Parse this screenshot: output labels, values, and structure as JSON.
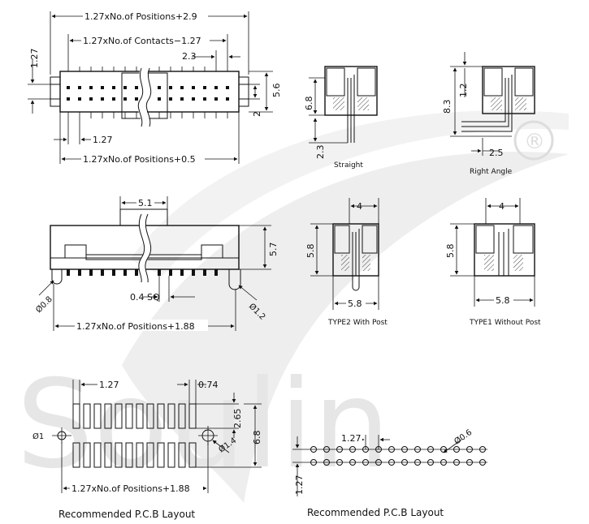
{
  "watermark": "Soulin",
  "watermark_mark": "®",
  "top_view": {
    "overall": "1.27xNo.of Positions+2.9",
    "contacts": "1.27xNo.of Contacts−1.27",
    "gap": "2.3",
    "pitch_v": "1.27",
    "height": "5.6",
    "inner": "2",
    "pitch_h": "1.27",
    "bottom": "1.27xNo.of Positions+0.5"
  },
  "straight": {
    "h1": "6.8",
    "h2": "2.3",
    "caption": "Straight"
  },
  "right_angle": {
    "h1": "8.3",
    "h2": "1.2",
    "w": "2.5",
    "caption": "Right Angle"
  },
  "front_view": {
    "top": "5.1",
    "height": "5.7",
    "sq": "0.4 SQ",
    "post_left": "Ø0.8",
    "post_right": "Ø1.2",
    "bottom": "1.27xNo.of Positions+1.88"
  },
  "type2": {
    "w_top": "4",
    "h": "5.8",
    "w_bot": "5.8",
    "caption": "TYPE2 With Post"
  },
  "type1": {
    "w_top": "4",
    "h": "5.8",
    "w_bot": "5.8",
    "caption": "TYPE1 Without Post"
  },
  "pcb_left": {
    "pitch": "1.27",
    "pad_w": "0.74",
    "pad_h": "2.65",
    "total_h": "6.8",
    "hole1": "Ø1",
    "hole2": "Ø1.4",
    "bottom": "1.27xNo.of Positions+1.88",
    "caption": "Recommended  P.C.B  Layout"
  },
  "pcb_right": {
    "pitch": "1.27",
    "pitch_v": "1.27",
    "hole": "Ø0.6",
    "caption": "Recommended  P.C.B  Layout"
  }
}
